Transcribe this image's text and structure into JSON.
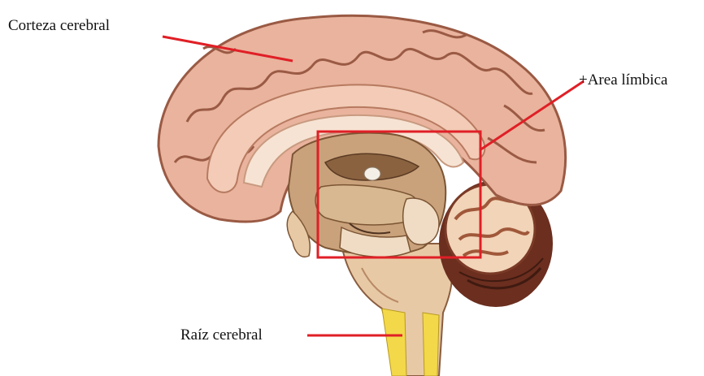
{
  "labels": {
    "corteza": "Corteza cerebral",
    "limbica": "+Area límbica",
    "raiz": "Raíz cerebral"
  },
  "colors": {
    "pointer": "#e01f26",
    "cortex": "#e9b39d",
    "cortex_dark": "#9a5a44",
    "cortex_shadow": "#c98a72",
    "inner_tan": "#c9a27c",
    "inner_light": "#f0dcc4",
    "cerebellum": "#6b2e1f",
    "cerebellum_light": "#f2d4b8",
    "stem": "#e8c9a6",
    "spinal": "#f3d84a"
  },
  "icons": {
    "limbic_box": "highlight-rectangle"
  }
}
